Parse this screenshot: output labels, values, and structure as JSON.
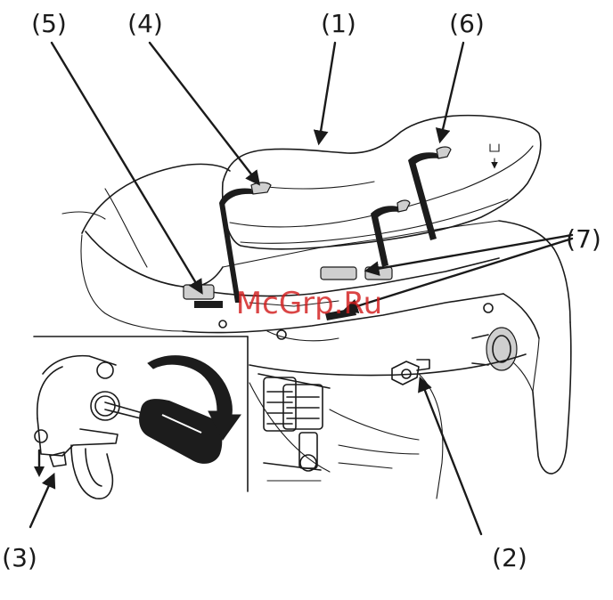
{
  "callouts": {
    "seat": "(1)",
    "lock": "(2)",
    "key_slot": "(3)",
    "front_hook": "(4)",
    "front_catch": "(5)",
    "rear_hook": "(6)",
    "rear_catches": "(7)"
  },
  "watermark": "McGrp.Ru",
  "colors": {
    "line": "#1a1a1a",
    "watermark": "#d21c1c",
    "background": "#ffffff"
  },
  "icons": [
    "seat-illustration",
    "motorcycle-frame",
    "key-icon",
    "rotate-arrow-icon",
    "seat-lock",
    "rear-shock-absorber",
    "tail-light"
  ]
}
